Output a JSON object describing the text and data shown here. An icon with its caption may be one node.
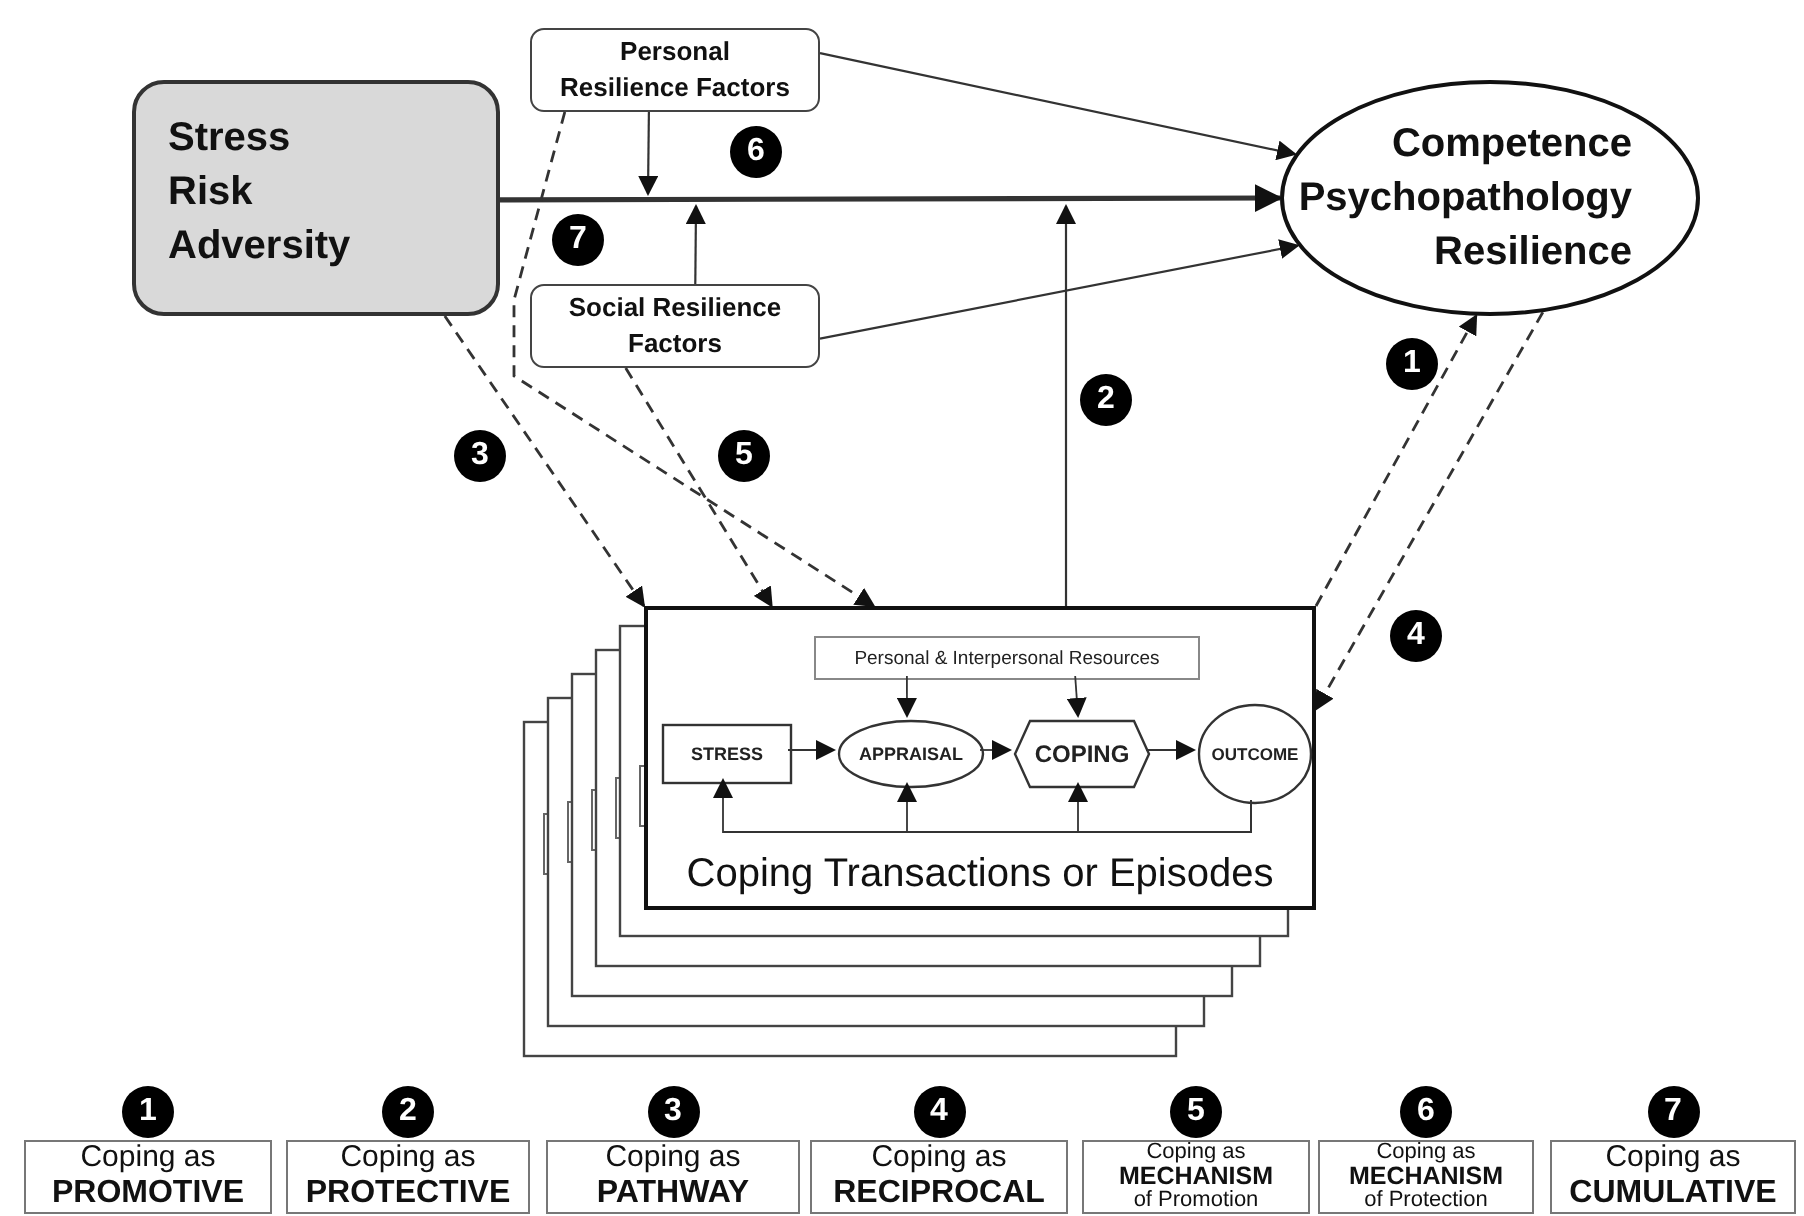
{
  "diagram": {
    "nodes": [
      {
        "text": [
          "Stress Risk Adversity"
        ]
      },
      {
        "text": [
          "Personal Resilience Factors"
        ]
      },
      {
        "text": [
          "Social Resilience Factors"
        ]
      },
      {
        "text": [
          "Competence Psychopathology Resilience"
        ]
      },
      {
        "text": [
          "Coping Transactions or Episodes"
        ]
      },
      {
        "text": [
          "Personal & Interpersonal Resources"
        ],
        "in": 4
      },
      {
        "text": [
          "STRESS"
        ],
        "in": 4
      },
      {
        "text": [
          "APPRAISAL"
        ],
        "in": 4
      },
      {
        "text": [
          "COPING"
        ],
        "in": 4
      },
      {
        "text": [
          "OUTCOME"
        ],
        "in": 4
      },
      {
        "text": [
          "Coping as **PROMOTIVE**"
        ],
        "beside": [
          "1"
        ]
      },
      {
        "text": [
          "Coping as **PROTECTIVE**"
        ],
        "beside": [
          "2"
        ]
      },
      {
        "text": [
          "Coping as **PATHWAY**"
        ],
        "beside": [
          "3"
        ]
      },
      {
        "text": [
          "Coping as **RECIPROCAL**"
        ],
        "beside": [
          "4"
        ]
      },
      {
        "text": [
          "Coping as **MECHANISM** of Promotion"
        ],
        "beside": [
          "5"
        ]
      },
      {
        "text": [
          "Coping as **MECHANISM** of Protection"
        ],
        "beside": [
          "6"
        ]
      },
      {
        "text": [
          "Coping as **CUMULATIVE**"
        ],
        "beside": [
          "7"
        ]
      }
    ],
    "edges": [
      {
        "from": 0,
        "to": 3,
        "arrow": "to",
        "style": "thick"
      },
      {
        "from": 1,
        "to": 3,
        "arrow": "to"
      },
      {
        "from": 2,
        "to": 3,
        "arrow": "to"
      },
      {
        "from": 1,
        "to": null,
        "arrow": "to"
      },
      {
        "from": 2,
        "to": null,
        "arrow": "to"
      },
      {
        "from": 4,
        "to": null,
        "arrow": "to"
      },
      {
        "from": 0,
        "to": 4,
        "arrow": "to",
        "style": "dashed"
      },
      {
        "from": 1,
        "to": 4,
        "arrow": "to",
        "style": "dashed"
      },
      {
        "from": 2,
        "to": 4,
        "arrow": "to",
        "style": "dashed"
      },
      {
        "from": 4,
        "to": 3,
        "arrow": "to",
        "style": "dashed"
      },
      {
        "from": 3,
        "to": 4,
        "arrow": "to",
        "style": "dashed"
      },
      {
        "from": 6,
        "to": 7,
        "arrow": "to"
      },
      {
        "from": 7,
        "to": 8,
        "arrow": "to"
      },
      {
        "from": 8,
        "to": 9,
        "arrow": "to"
      },
      {
        "from": 5,
        "to": 7,
        "arrow": "to"
      },
      {
        "from": 5,
        "to": 8,
        "arrow": "to"
      },
      {
        "from": 9,
        "to": 6,
        "arrow": "to"
      },
      {
        "from": 9,
        "to": 7,
        "arrow": "to"
      },
      {
        "from": 9,
        "to": 8,
        "arrow": "to"
      }
    ],
    "labels": [
      "6",
      "7",
      "1",
      "2",
      "3",
      "5",
      "4"
    ]
  }
}
